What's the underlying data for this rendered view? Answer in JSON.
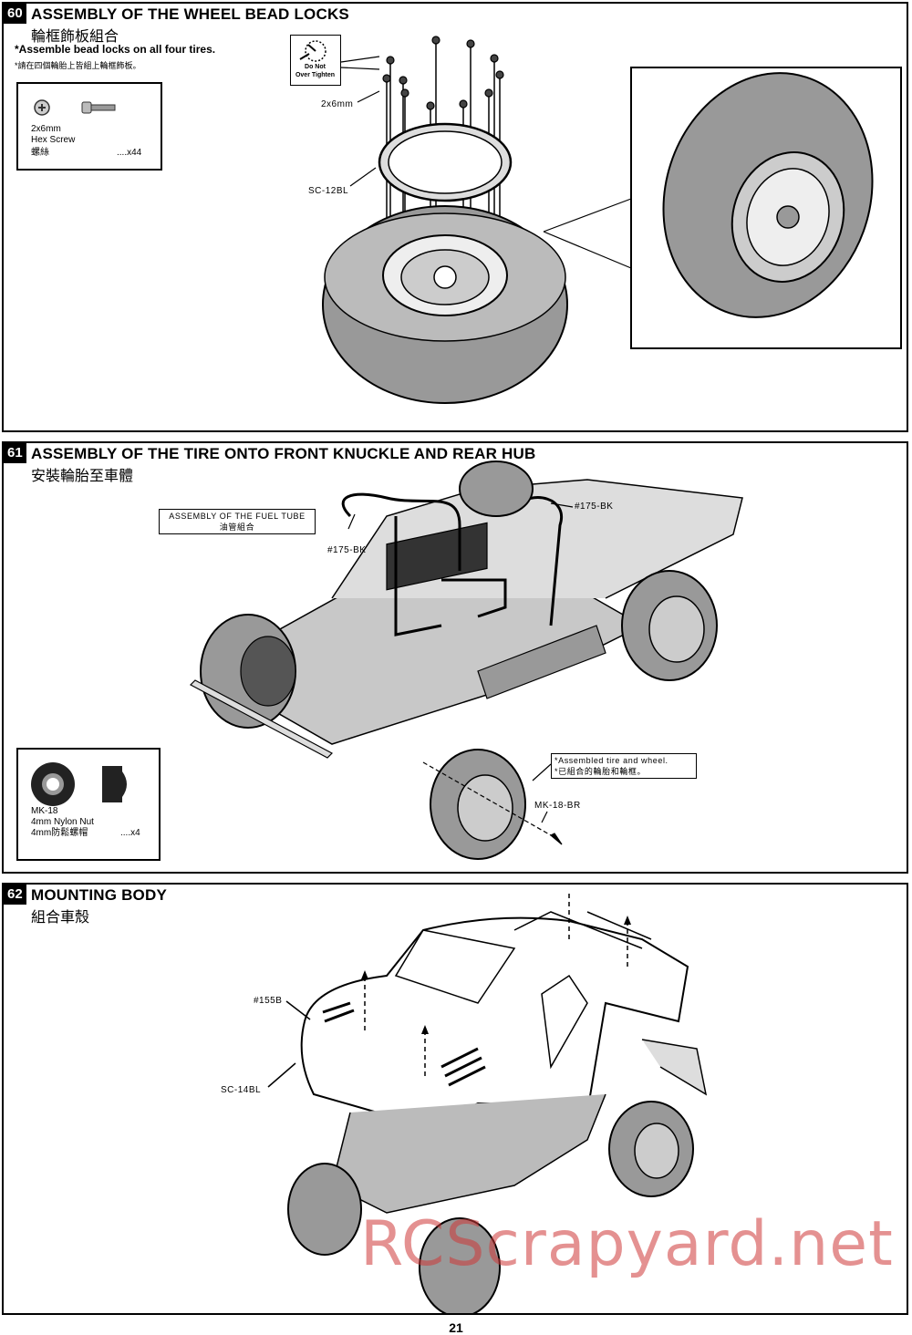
{
  "step60": {
    "number": "60",
    "title": "ASSEMBLY OF THE WHEEL BEAD LOCKS",
    "subtitle": "輪框飾板組合",
    "note": "*Assemble bead locks on all four tires.",
    "note_cn": "*請在四個輪胎上皆組上輪框飾板。",
    "part": {
      "size": "2x6mm",
      "name": "Hex Screw",
      "name_cn": "螺絲",
      "qty": "....x44"
    },
    "warning_line1": "Do Not",
    "warning_line2": "Over Tighten",
    "label_screw": "2x6mm",
    "label_beadlock": "SC-12BL"
  },
  "step61": {
    "number": "61",
    "title": "ASSEMBLY OF THE TIRE ONTO FRONT KNUCKLE AND REAR HUB",
    "subtitle": "安裝輪胎至車體",
    "fuel_tube_title": "ASSEMBLY OF THE FUEL TUBE",
    "fuel_tube_cn": "油管組合",
    "label_tube_left": "#175-BK",
    "label_tube_right": "#175-BK",
    "wheel_note": "*Assembled tire and wheel.",
    "wheel_note_cn": "*已組合的輪胎和輪框。",
    "label_nut": "MK-18-BR",
    "part": {
      "code": "MK-18",
      "name": "4mm Nylon Nut",
      "name_cn": "4mm防鬆螺帽",
      "qty": "....x4"
    }
  },
  "step62": {
    "number": "62",
    "title": "MOUNTING BODY",
    "subtitle": "組合車殼",
    "label_clip": "#155B",
    "label_body": "SC-14BL"
  },
  "page_number": "21",
  "watermark": "RCScrapyard.net"
}
